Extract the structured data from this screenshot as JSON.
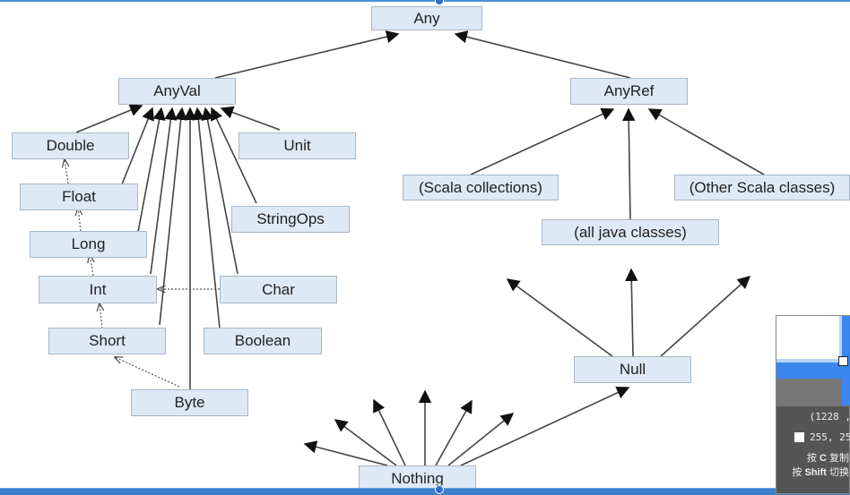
{
  "diagram": {
    "title": "Scala type hierarchy",
    "nodes": {
      "any": "Any",
      "anyval": "AnyVal",
      "anyref": "AnyRef",
      "double": "Double",
      "float": "Float",
      "long": "Long",
      "int": "Int",
      "short": "Short",
      "byte": "Byte",
      "unit": "Unit",
      "stringops": "StringOps",
      "char": "Char",
      "boolean": "Boolean",
      "scala_collections": "(Scala collections)",
      "other_scala_classes": "(Other Scala classes)",
      "all_java_classes": "(all java classes)",
      "null": "Null",
      "nothing": "Nothing"
    },
    "edges_subtype": [
      [
        "anyval",
        "any"
      ],
      [
        "anyref",
        "any"
      ],
      [
        "double",
        "anyval"
      ],
      [
        "float",
        "anyval"
      ],
      [
        "long",
        "anyval"
      ],
      [
        "int",
        "anyval"
      ],
      [
        "short",
        "anyval"
      ],
      [
        "byte",
        "anyval"
      ],
      [
        "char",
        "anyval"
      ],
      [
        "boolean",
        "anyval"
      ],
      [
        "stringops",
        "anyval"
      ],
      [
        "unit",
        "anyval"
      ],
      [
        "scala_collections",
        "anyref"
      ],
      [
        "all_java_classes",
        "anyref"
      ],
      [
        "other_scala_classes",
        "anyref"
      ],
      [
        "nothing",
        "null"
      ]
    ],
    "edges_implicit_conversion": [
      [
        "float",
        "double"
      ],
      [
        "long",
        "float"
      ],
      [
        "int",
        "long"
      ],
      [
        "short",
        "int"
      ],
      [
        "byte",
        "short"
      ],
      [
        "char",
        "int"
      ]
    ]
  },
  "color_picker": {
    "coordinates": "(1228 ,",
    "rgb": "255, 25",
    "hint_copy_prefix": "按",
    "hint_copy_key": "C",
    "hint_copy_suffix": "复制",
    "hint_switch_prefix": "按",
    "hint_switch_key": "Shift",
    "hint_switch_suffix": "切换"
  },
  "colors": {
    "node_fill": "#dde9f5",
    "node_border": "#a9b6c3",
    "edge": "#333333",
    "accent": "#3a86ee"
  }
}
